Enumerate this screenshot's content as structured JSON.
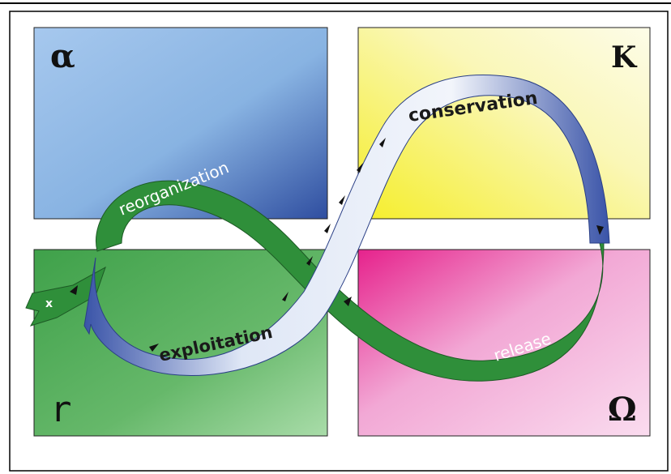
{
  "quadrants": {
    "alpha": "α",
    "k": "K",
    "r": "r",
    "omega": "Ω"
  },
  "phases": {
    "reorganization": "reorganization",
    "conservation": "conservation",
    "exploitation": "exploitation",
    "release": "release",
    "exit": "x"
  },
  "colors": {
    "alpha_panel": "#7fa9d8",
    "k_panel": "#f7f199",
    "r_panel": "#6bb56b",
    "omega_panel": "#e98cc4",
    "green_band": "#2f8f3a",
    "blue_band": "#5a78c0"
  }
}
